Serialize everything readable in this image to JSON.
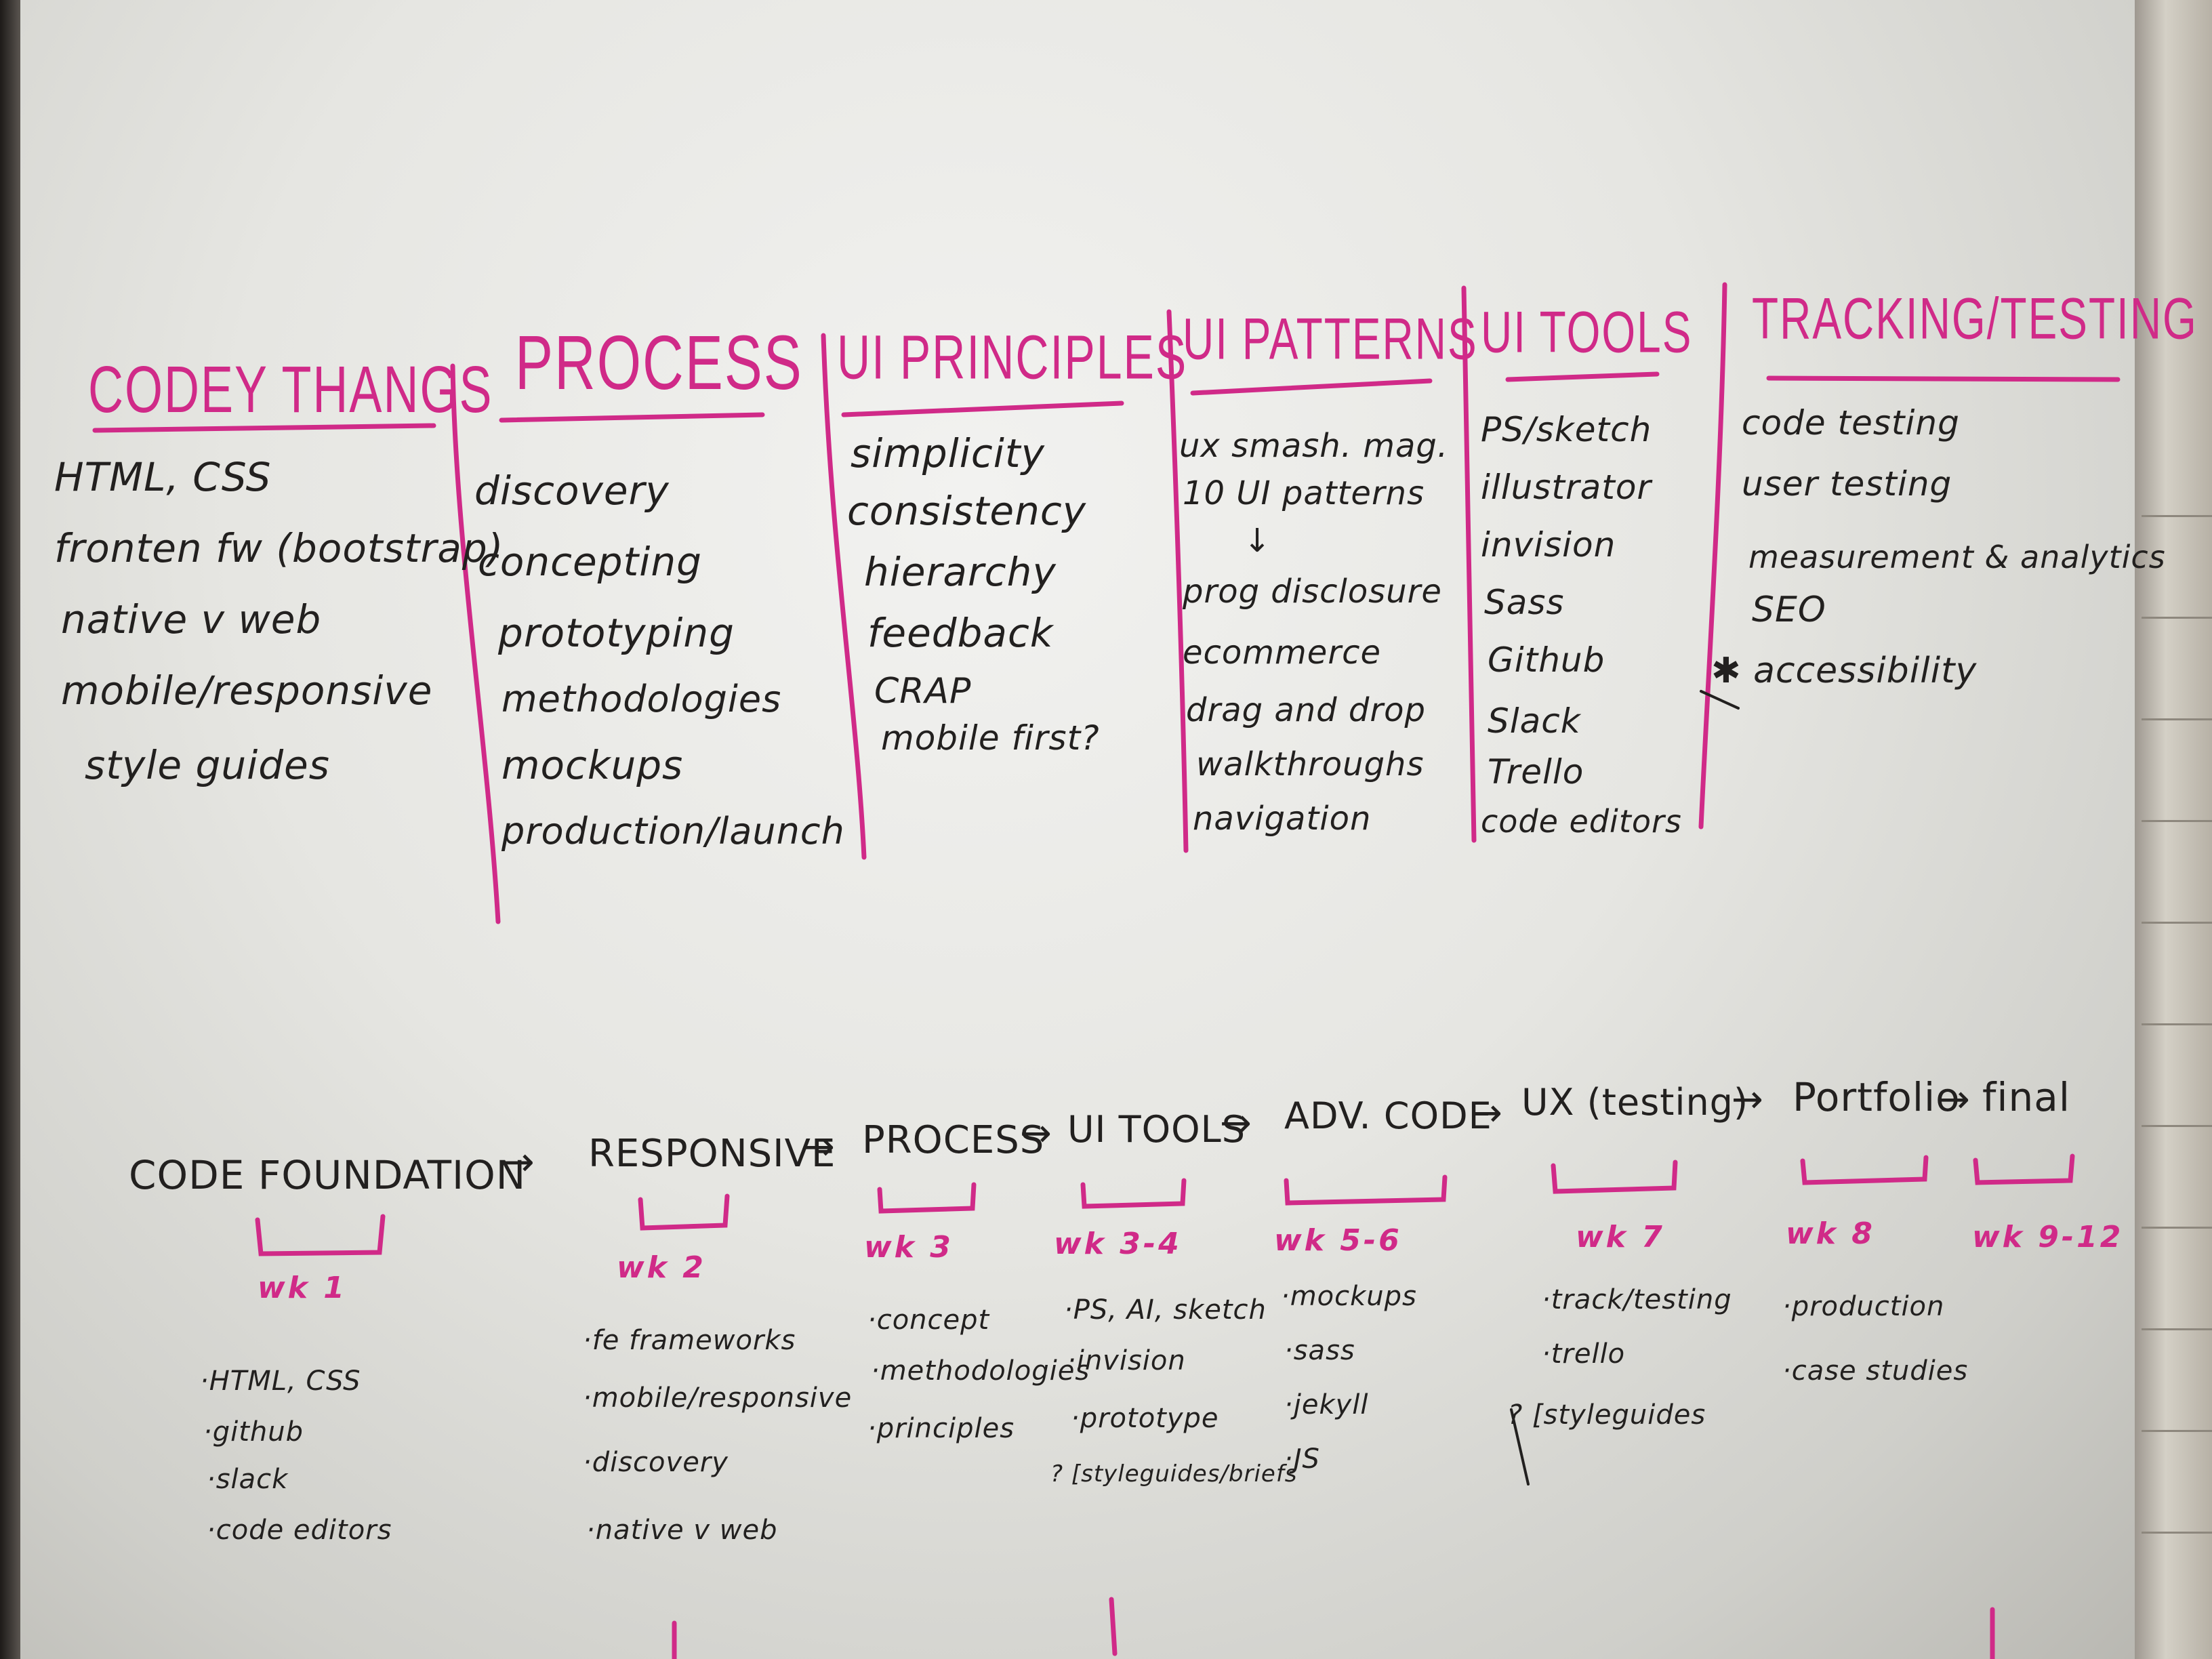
{
  "categories": [
    {
      "heading": "CODEY THANGS",
      "items": [
        "HTML, CSS",
        "fronten fw (bootstrap)",
        "native v web",
        "mobile/responsive",
        "style guides"
      ]
    },
    {
      "heading": "PROCESS",
      "items": [
        "discovery",
        "concepting",
        "prototyping",
        "methodologies",
        "mockups",
        "production/launch"
      ]
    },
    {
      "heading": "UI PRINCIPLES",
      "items": [
        "simplicity",
        "consistency",
        "hierarchy",
        "feedback",
        "CRAP",
        "mobile first?"
      ]
    },
    {
      "heading": "UI PATTERNS",
      "items": [
        "ux smash. mag.",
        "10 UI patterns",
        "↓",
        "prog disclosure",
        "ecommerce",
        "drag and drop",
        "walkthroughs",
        "navigation"
      ]
    },
    {
      "heading": "UI TOOLS",
      "items": [
        "PS/sketch",
        "illustrator",
        "invision",
        "Sass",
        "Github",
        "Slack",
        "Trello",
        "code editors"
      ]
    },
    {
      "heading": "TRACKING/TESTING",
      "items": [
        "code testing",
        "user testing",
        "measurement & analytics",
        "SEO",
        "✱ accessibility"
      ]
    }
  ],
  "timeline": {
    "stages": [
      "CODE FOUNDATION",
      "→",
      "RESPONSIVE",
      "→",
      "PROCESS",
      "→",
      "UI TOOLS",
      "→",
      "ADV. CODE",
      "→",
      "UX (testing)",
      "→",
      "Portfolio",
      "→",
      "final"
    ],
    "weeks": [
      {
        "label": "wk 1",
        "items": [
          "·HTML, CSS",
          "·github",
          "·slack",
          "·code editors"
        ]
      },
      {
        "label": "wk 2",
        "items": [
          "·fe frameworks",
          "·mobile/responsive",
          "·discovery",
          "·native v web"
        ]
      },
      {
        "label": "wk 3",
        "items": [
          "·concept",
          "·methodologies",
          "·principles"
        ]
      },
      {
        "label": "wk 3-4",
        "items": [
          "·PS, AI, sketch",
          "·invision",
          "·prototype",
          "? [styleguides/briefs"
        ]
      },
      {
        "label": "wk 5-6",
        "items": [
          "·mockups",
          "·sass",
          "·jekyll",
          "·JS"
        ]
      },
      {
        "label": "wk 7",
        "items": [
          "·track/testing",
          "·trello",
          "? [styleguides"
        ]
      },
      {
        "label": "wk 8",
        "items": [
          "·production",
          "·case studies"
        ]
      },
      {
        "label": "wk 9-12",
        "items": []
      }
    ]
  },
  "colors": {
    "pink_marker": "#d02a88",
    "black_marker": "#22201f",
    "board": "#ececea"
  }
}
